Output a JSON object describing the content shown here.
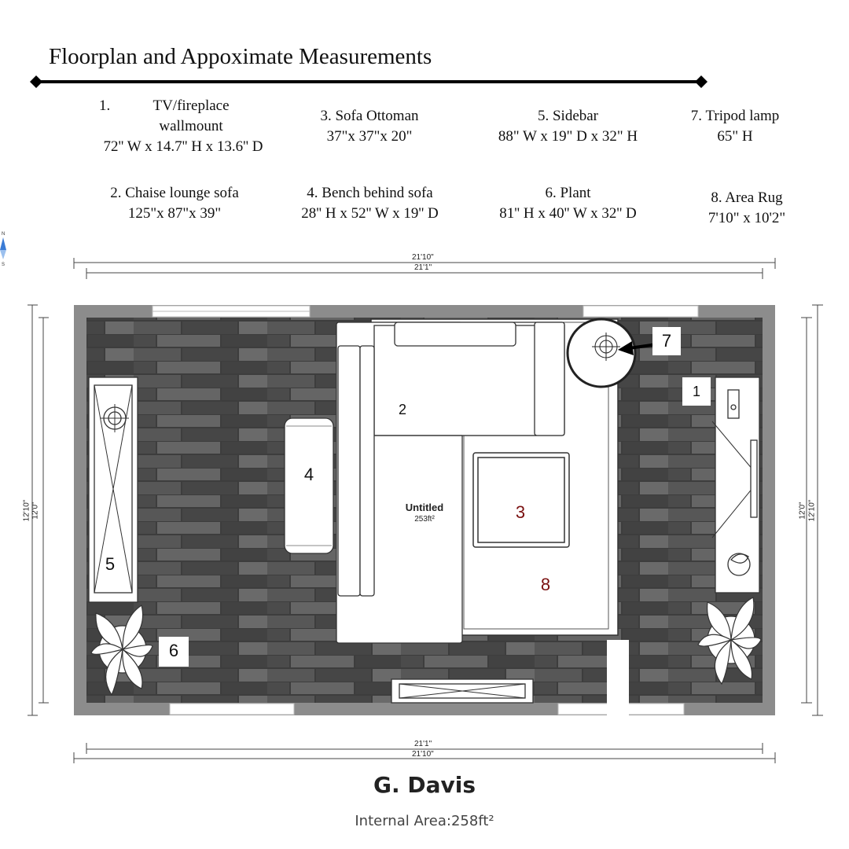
{
  "title": "Floorplan and Appoximate Measurements",
  "legend": [
    {
      "num": "1.",
      "name": "TV/fireplace",
      "name2": "wallmount",
      "dims": "72'' W x 14.7'' H x 13.6'' D"
    },
    {
      "num": "2.",
      "name": "Chaise lounge sofa",
      "dims": "125\"x 87\"x 39\""
    },
    {
      "num": "3.",
      "name": "Sofa Ottoman",
      "dims": "37\"x 37\"x 20\""
    },
    {
      "num": "4.",
      "name": "Bench behind sofa",
      "dims": "28'' H x 52'' W x 19'' D"
    },
    {
      "num": "5.",
      "name": "Sidebar",
      "dims": "88\" W x 19\" D x 32\" H"
    },
    {
      "num": "6.",
      "name": "Plant",
      "dims": "81'' H x 40'' W x 32'' D"
    },
    {
      "num": "7.",
      "name": "Tripod lamp",
      "dims": "65\" H"
    },
    {
      "num": "8.",
      "name": "Area Rug",
      "dims": "7'10\" x 10'2\""
    }
  ],
  "dimensions": {
    "outer_width": "21'10\"",
    "inner_width": "21'1\"",
    "outer_height": "12'10\"",
    "inner_height": "12'0\""
  },
  "room": {
    "name": "Untitled",
    "area": "253ft²"
  },
  "markers": [
    "1",
    "2",
    "3",
    "4",
    "5",
    "6",
    "7",
    "8"
  ],
  "compass": {
    "north": "N",
    "south": "S"
  },
  "footer": {
    "owner": "G. Davis",
    "internal_area": "Internal Area:258ft²"
  },
  "colors": {
    "wall": "#8c8c8c",
    "floor_dark": "#3f3f3f",
    "floor_light": "#6a6a6a",
    "accent_number": "#7a1010",
    "compass": "#3a7bd5"
  }
}
